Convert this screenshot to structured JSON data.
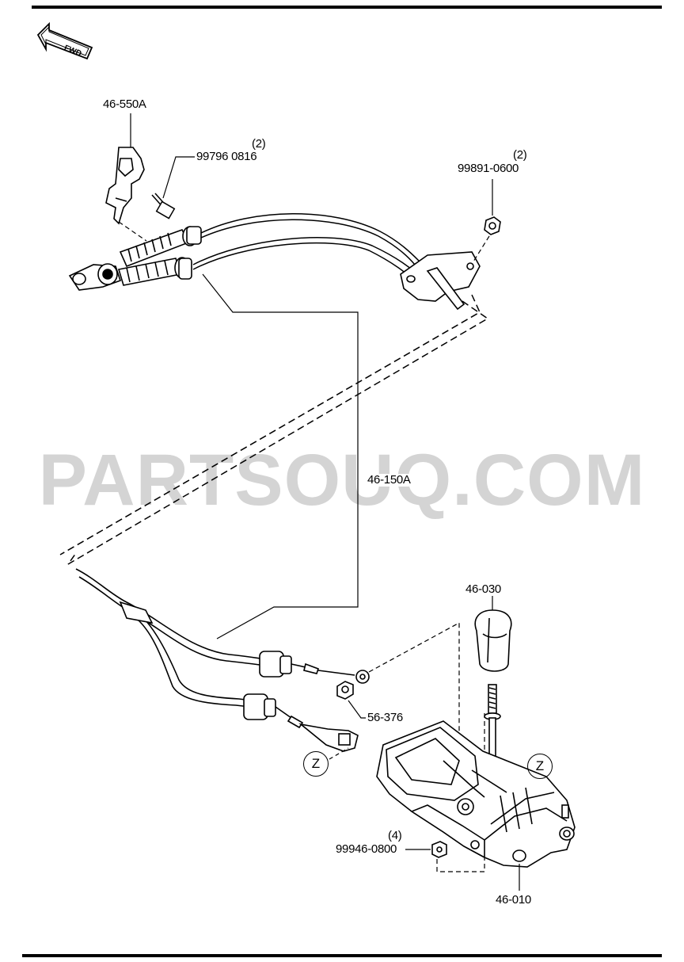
{
  "watermark": "PARTSOUQ.COM",
  "fwd_label": "FWD",
  "parts": [
    {
      "id": "46-550A",
      "qty": ""
    },
    {
      "id": "99796 0816",
      "qty": "(2)"
    },
    {
      "id": "99891-0600",
      "qty": "(2)"
    },
    {
      "id": "46-150A",
      "qty": ""
    },
    {
      "id": "46-030",
      "qty": ""
    },
    {
      "id": "56-376",
      "qty": ""
    },
    {
      "id": "99946-0800",
      "qty": "(4)"
    },
    {
      "id": "46-010",
      "qty": ""
    }
  ],
  "callouts": [
    "Z",
    "Z"
  ]
}
